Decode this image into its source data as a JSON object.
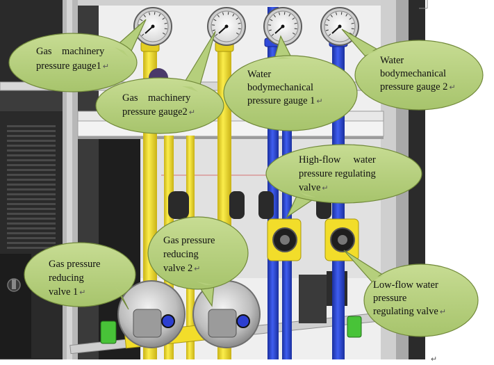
{
  "colors": {
    "callout_fill": "#b5cf7c",
    "callout_stroke": "#71893a",
    "gas_pipe": "#f2dd2a",
    "water_pipe": "#2f49d8",
    "frame": "#dcdcdc",
    "dark_panel": "#222222",
    "green_fitting": "#48c338"
  },
  "callouts": [
    {
      "lines": [
        "Gas    machinery",
        "pressure gauge1"
      ],
      "mark": "↵"
    },
    {
      "lines": [
        "Gas    machinery",
        "pressure gauge2"
      ],
      "mark": "↵"
    },
    {
      "lines": [
        "Water",
        "bodymechanical",
        "pressure gauge 1"
      ],
      "mark": "↵"
    },
    {
      "lines": [
        "Water",
        "bodymechanical",
        "pressure gauge 2"
      ],
      "mark": "↵"
    },
    {
      "lines": [
        "High-flow     water",
        "pressure regulating",
        "valve"
      ],
      "mark": "↵"
    },
    {
      "lines": [
        "Gas pressure",
        "reducing",
        "valve 2"
      ],
      "mark": "↵"
    },
    {
      "lines": [
        "Gas pressure",
        "reducing",
        "valve 1"
      ],
      "mark": "↵"
    },
    {
      "lines": [
        "Low-flow water",
        "pressure",
        "regulating valve"
      ],
      "mark": "↵"
    }
  ],
  "corner_mark": "↵"
}
